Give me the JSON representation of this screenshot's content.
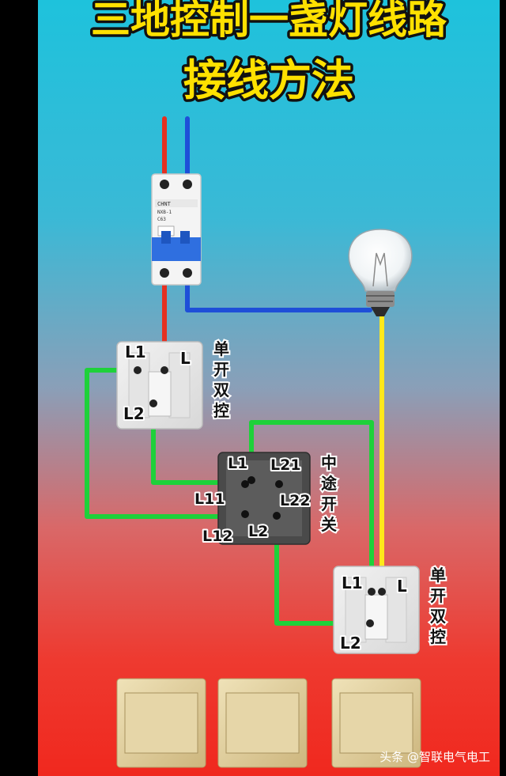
{
  "title": {
    "line1": "三地控制一盏灯线路",
    "line2": "接线方法"
  },
  "breaker": {
    "brand": "CHNT",
    "model": "NXB-1",
    "rating": "C63"
  },
  "switch_top": {
    "terminals": {
      "l1": "L1",
      "l": "L",
      "l2": "L2"
    },
    "label": [
      "单",
      "开",
      "双",
      "控"
    ]
  },
  "switch_middle": {
    "terminals": {
      "l1": "L1",
      "l21": "L21",
      "l11": "L11",
      "l22": "L22",
      "l12": "L12",
      "l2": "L2"
    },
    "label": [
      "中",
      "途",
      "开",
      "关"
    ]
  },
  "switch_bottom": {
    "terminals": {
      "l1": "L1",
      "l": "L",
      "l2": "L2"
    },
    "label": [
      "单",
      "开",
      "双",
      "控"
    ]
  },
  "watermark": "头条 @智联电气电工",
  "colors": {
    "live": "#e53020",
    "neutral": "#1e4fd8",
    "traveler": "#1ed13a",
    "lamp": "#ffe81a"
  }
}
